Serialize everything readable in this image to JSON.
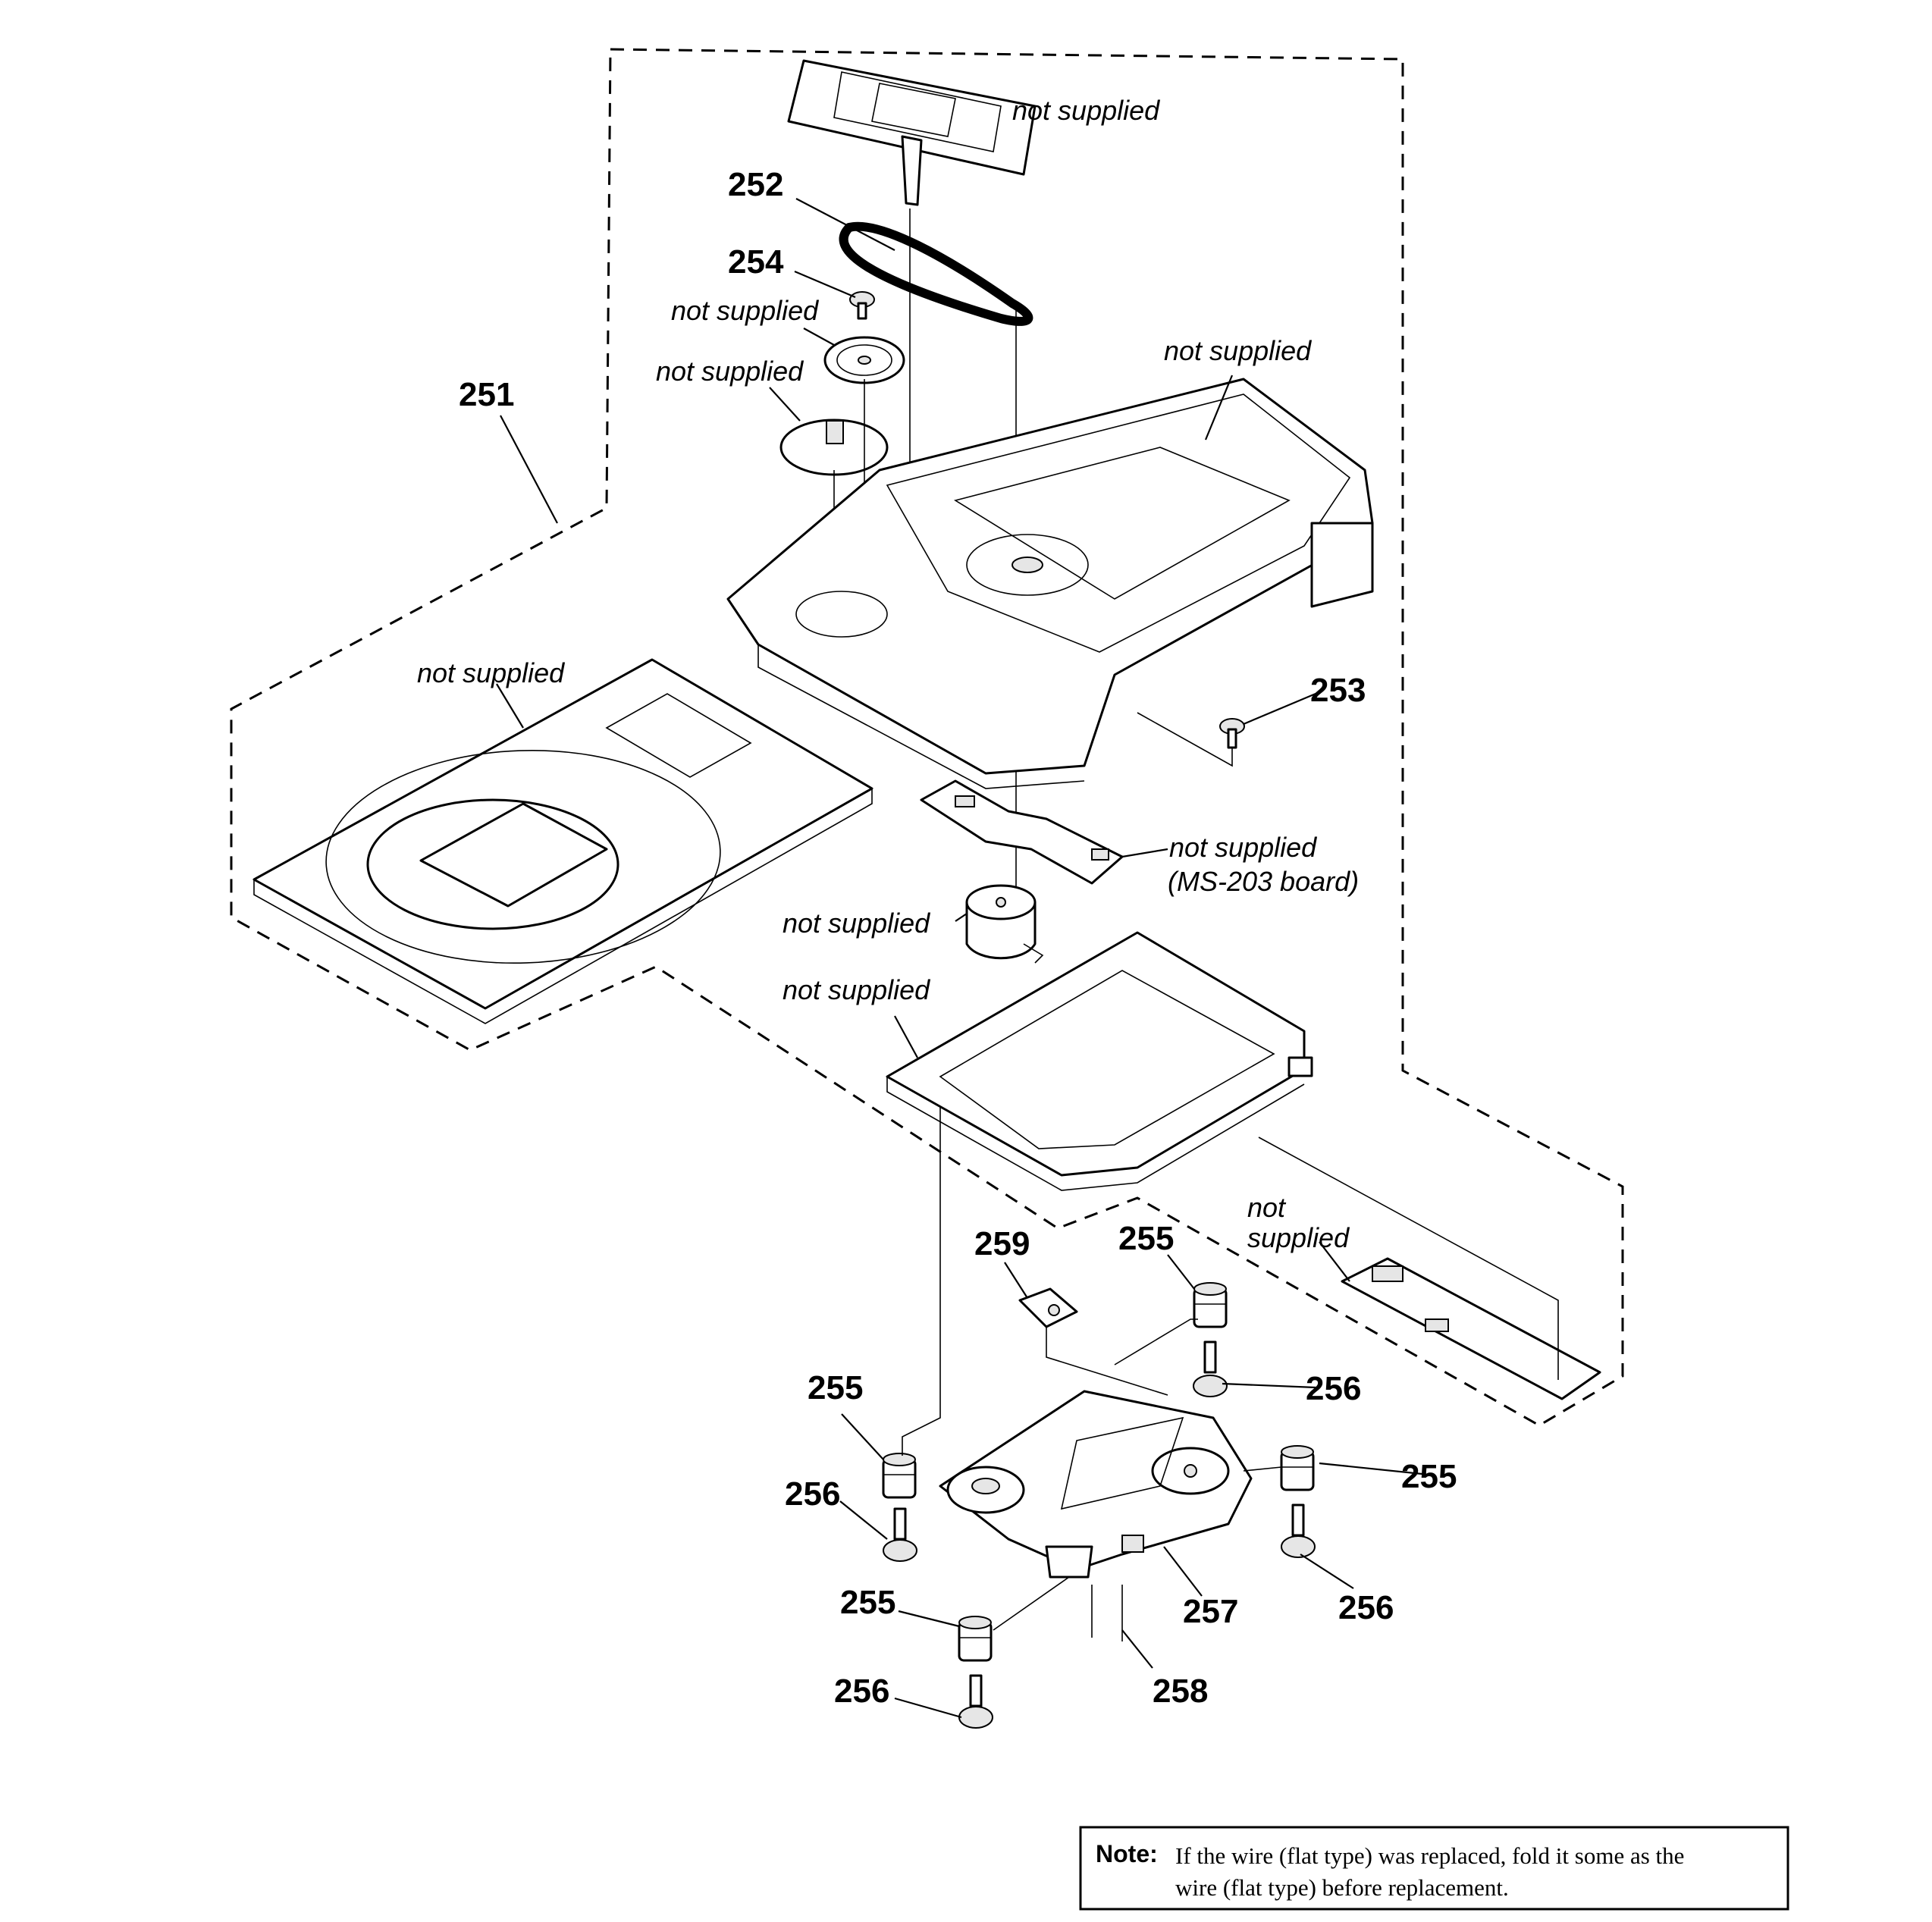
{
  "part_numbers": {
    "p251": "251",
    "p252": "252",
    "p253": "253",
    "p254": "254",
    "p255": "255",
    "p256": "256",
    "p257": "257",
    "p258": "258",
    "p259": "259"
  },
  "labels": {
    "not_supplied": "not supplied",
    "not": "not",
    "supplied": "supplied",
    "ms203_board": "(MS-203 board)"
  },
  "note": {
    "heading": "Note:",
    "line1": "If the wire (flat type) was replaced, fold it some as the",
    "line2": "wire (flat type) before replacement."
  }
}
